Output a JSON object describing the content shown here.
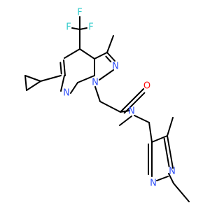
{
  "atom_labels": {
    "F1": "F",
    "F2": "F",
    "F3": "F",
    "N_pyr": "N",
    "N1": "N",
    "N2": "N",
    "O": "O",
    "N_amide": "N",
    "N_a": "N",
    "N_b": "N"
  },
  "colors": {
    "bond": "#000000",
    "fluorine": "#33cccc",
    "nitrogen": "#3050f8",
    "oxygen": "#ff0d0d"
  }
}
